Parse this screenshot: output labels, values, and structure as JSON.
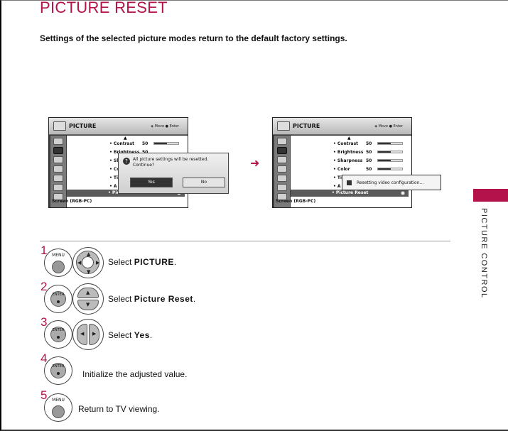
{
  "page": {
    "title": "PICTURE RESET",
    "intro": "Settings of the selected picture modes return to the default factory settings.",
    "side_label": "PICTURE CONTROL"
  },
  "colors": {
    "accent": "#b3124a",
    "menu_dark": "#3a3a3a"
  },
  "menu_left": {
    "title": "PICTURE",
    "hint": "◈ Move  ● Enter",
    "rows": [
      {
        "label": "• Contrast",
        "value": "50",
        "level": 0.5
      },
      {
        "label": "• Brightness",
        "value": "50",
        "level": 0.5
      },
      {
        "label": "• Sl",
        "value": "",
        "level": null
      },
      {
        "label": "• Co",
        "value": "",
        "level": null
      },
      {
        "label": "• Ti",
        "value": "",
        "level": null
      },
      {
        "label": "• A",
        "value": "",
        "level": null
      }
    ],
    "selected": "• Picture Reset",
    "screen": "Screen (RGB-PC)",
    "dialog": {
      "message": "All picture settings will be resetted. Continue?",
      "yes": "Yes",
      "no": "No"
    }
  },
  "menu_right": {
    "title": "PICTURE",
    "hint": "◈ Move  ● Enter",
    "rows": [
      {
        "label": "• Contrast",
        "value": "50",
        "level": 0.5
      },
      {
        "label": "• Brightness",
        "value": "50",
        "level": 0.5
      },
      {
        "label": "• Sharpness",
        "value": "50",
        "level": 0.5
      },
      {
        "label": "• Color",
        "value": "50",
        "level": 0.5
      },
      {
        "label": "• Ti",
        "value": "",
        "level": null
      },
      {
        "label": "• A",
        "value": "",
        "level": null
      }
    ],
    "selected": "• Picture Reset",
    "screen": "Screen (RGB-PC)",
    "toast": "Resetting video configuration..."
  },
  "steps": [
    {
      "num": "1",
      "button": "MENU",
      "pre": "Select ",
      "bold": "PICTURE",
      "post": "."
    },
    {
      "num": "2",
      "button": "ENTER",
      "pre": "Select ",
      "bold": "Picture Reset",
      "post": "."
    },
    {
      "num": "3",
      "button": "ENTER",
      "pre": "Select ",
      "bold": "Yes",
      "post": "."
    },
    {
      "num": "4",
      "button": "ENTER",
      "pre": "Initialize the adjusted value.",
      "bold": "",
      "post": ""
    },
    {
      "num": "5",
      "button": "MENU",
      "pre": "Return to TV viewing.",
      "bold": "",
      "post": ""
    }
  ]
}
